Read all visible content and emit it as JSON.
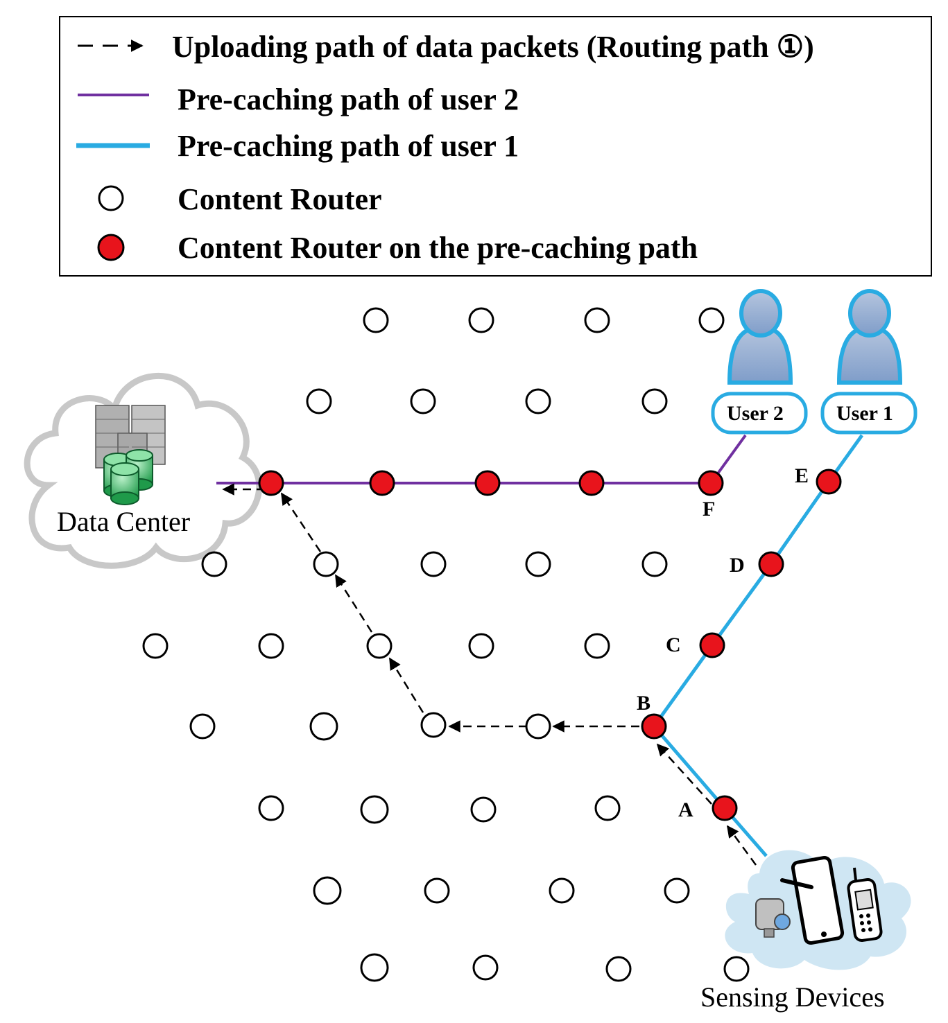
{
  "legend": {
    "items": [
      {
        "symbol": "dashed-arrow",
        "label": "Uploading path of data packets (Routing path ①)"
      },
      {
        "symbol": "purple-line",
        "label": "Pre-caching path of user 2"
      },
      {
        "symbol": "blue-line",
        "label": "Pre-caching path of user 1"
      },
      {
        "symbol": "open-circle",
        "label": "Content Router"
      },
      {
        "symbol": "red-circle",
        "label": "Content Router on the pre-caching path"
      }
    ]
  },
  "labels": {
    "data_center": "Data Center",
    "sensing_devices": "Sensing Devices",
    "user2": "User 2",
    "user1": "User 1",
    "node_a": "A",
    "node_b": "B",
    "node_c": "C",
    "node_d": "D",
    "node_e": "E",
    "node_f": "F"
  },
  "colors": {
    "purple_path": "#7030a0",
    "blue_path": "#29abe2",
    "red_router": "#e8141c",
    "user_blue": "#29abe2",
    "user_fill": "#8ea8cc",
    "cloud_gray": "#d9d9d9",
    "cloud_blue": "#cfe6f3"
  }
}
